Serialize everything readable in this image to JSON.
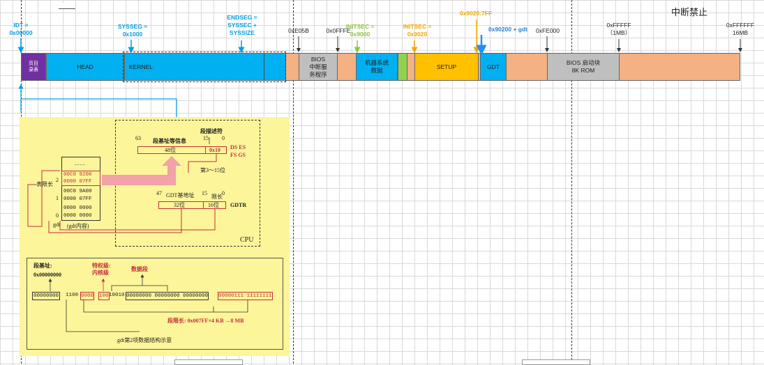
{
  "title_top_right": "中断禁止",
  "address_labels": {
    "idt": "IDT =\n0x00000",
    "sysseg": "SYSSEG =\n0x1000",
    "endseg": "ENDSEG =\nSYSSEC +\nSYSSIZE",
    "e05b": "0xE05B",
    "fffe": "0x0FFFE",
    "initsec_green": "INITSEC =\n0x9000",
    "initsec_orange": "INITSEC =\n0x9020",
    "setup_top": "0x9020:7FF",
    "gdt_addr": "0x90200 + gdt",
    "fe000": "0xFE000",
    "fffff": "0xFFFFF\n（1MB）",
    "ffffff": "0xFFFFFF\n16MB"
  },
  "segments": {
    "page_dir": "页目\n录表",
    "head": "HEAD",
    "kernel": "KERNEL",
    "bios_int": "BIOS\n中断服\n务程序",
    "machine": "机器系统\n数据",
    "setup": "SETUP",
    "gdt": "GDT",
    "bios_rom": "BIOS 启动块\n8K ROM"
  },
  "colors": {
    "purple": "#7030a0",
    "cyan": "#00b0f0",
    "peach": "#f4b183",
    "grey": "#bfbfbf",
    "green": "#92d050",
    "gold": "#ffc000",
    "panel": "#fdf59a"
  },
  "gdt_panel": {
    "seg_desc_title": "段描述符",
    "seg_base_info": "段基址等信息",
    "n63": "63",
    "n15a": "15",
    "n0a": "0",
    "bits48": "48位",
    "sel": "0x10",
    "ds_es": "DS  ES",
    "fs_gs": "FS  GS",
    "bits3_15": "第3～15位",
    "n47": "47",
    "gdt_base": "GDT基地址",
    "n15b": "15",
    "limit": "限长",
    "n0b": "0",
    "bits32": "32位",
    "bits16": "16位",
    "gdtr": "GDTR",
    "dots": "……",
    "rows": [
      "00C0 9200",
      "0000 07FF",
      "00C0 9A00",
      "0000 07FF",
      "0000 0000",
      "0000 0000"
    ],
    "idx2": "2",
    "idx1": "1",
    "idx0": "0",
    "table_limit": "表限长",
    "gdt": "gdt",
    "gdt_content": "(gdt内容)",
    "cpu": "CPU"
  },
  "struct_panel": {
    "seg_base_label": "段基址:",
    "seg_base_value": "0x00000000",
    "privilege": "特权级:\n内核级",
    "data_seg": "数据段",
    "bits_a": "00000000",
    "bits_b": "1100",
    "bits_c": "0000",
    "bits_d": "100",
    "bits_e": "10010",
    "bits_f": "00000000 00000000 00000000",
    "bits_g": "00000111 11111111",
    "seg_limit": "段限长: 0x007FF×4 KB →8 MB",
    "caption": "gdt第2项数据结构示意"
  }
}
